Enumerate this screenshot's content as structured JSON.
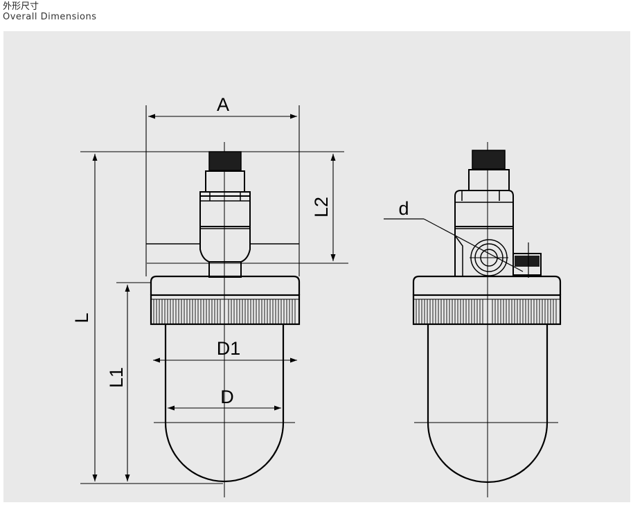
{
  "header": {
    "title_cn": "外形尺寸",
    "title_en": "Overall Dimensions"
  },
  "labels": {
    "A": "A",
    "L": "L",
    "L1": "L1",
    "L2": "L2",
    "D": "D",
    "D1": "D1",
    "d": "d"
  },
  "colors": {
    "panel": "#e9e9e9",
    "line": "#000000"
  }
}
